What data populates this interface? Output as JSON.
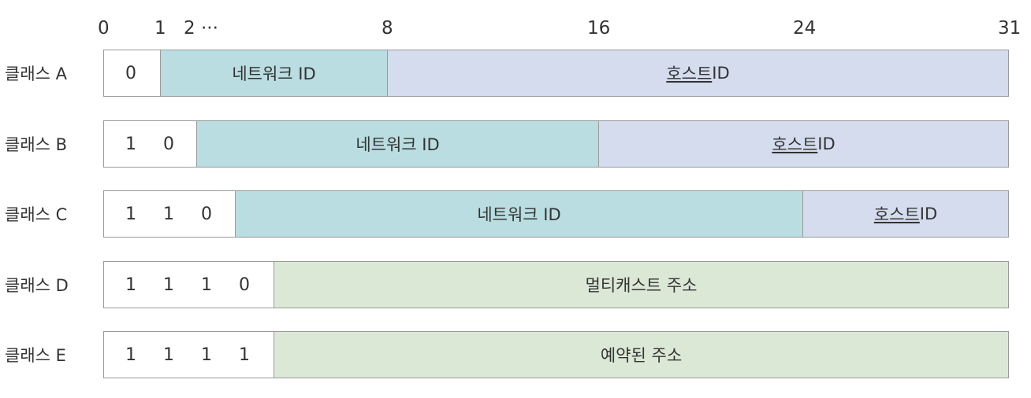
{
  "ticks": [
    "0",
    "1",
    "2 ···",
    "8",
    "16",
    "24",
    "31"
  ],
  "colors": {
    "network": "#b9dde1",
    "host": "#d4dcee",
    "special": "#dbe8d6"
  },
  "classes": [
    {
      "label": "클래스 A",
      "bits": [
        "0"
      ],
      "seg1": "네트워크 ID",
      "seg2_u": "호스트",
      "seg2_rest": " ID"
    },
    {
      "label": "클래스 B",
      "bits": [
        "1",
        "0"
      ],
      "seg1": "네트워크 ID",
      "seg2_u": "호스트",
      "seg2_rest": " ID"
    },
    {
      "label": "클래스 C",
      "bits": [
        "1",
        "1",
        "0"
      ],
      "seg1": "네트워크 ID",
      "seg2_u": "호스트",
      "seg2_rest": " ID"
    },
    {
      "label": "클래스 D",
      "bits": [
        "1",
        "1",
        "1",
        "0"
      ],
      "seg1": "멀티캐스트 주소"
    },
    {
      "label": "클래스 E",
      "bits": [
        "1",
        "1",
        "1",
        "1"
      ],
      "seg1": "예약된 주소"
    }
  ]
}
